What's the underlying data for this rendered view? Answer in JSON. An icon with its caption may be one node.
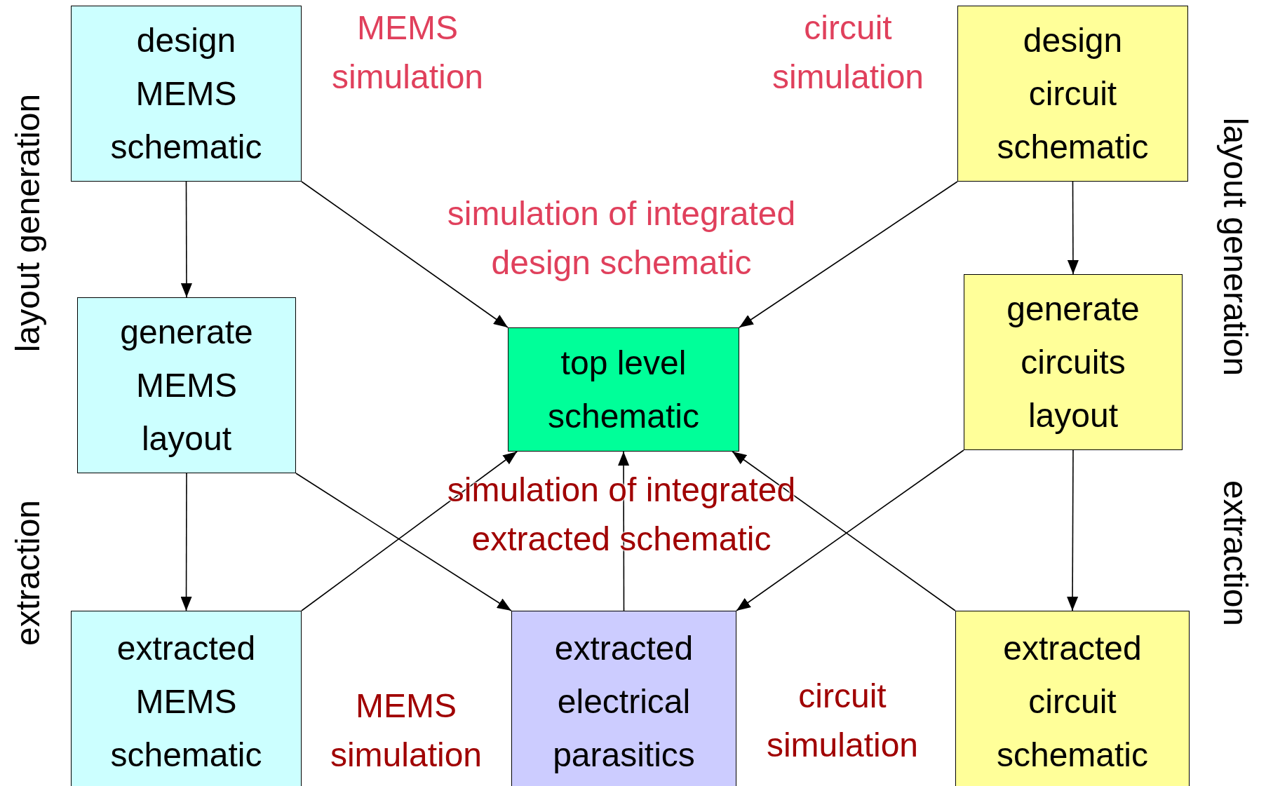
{
  "diagram": {
    "nodes": [
      {
        "text": [
          "design MEMS schematic"
        ]
      },
      {
        "text": [
          "design circuit schematic"
        ]
      },
      {
        "text": [
          "generate MEMS layout"
        ]
      },
      {
        "text": [
          "top level schematic"
        ]
      },
      {
        "text": [
          "generate circuits layout"
        ]
      },
      {
        "text": [
          "extracted MEMS schematic"
        ]
      },
      {
        "text": [
          "extracted electrical parasitics"
        ]
      },
      {
        "text": [
          "extracted circuit schematic"
        ]
      }
    ],
    "edges": [
      {
        "from": 0,
        "to": 2,
        "arrow": "to"
      },
      {
        "from": 2,
        "to": 5,
        "arrow": "to"
      },
      {
        "from": 1,
        "to": 4,
        "arrow": "to"
      },
      {
        "from": 4,
        "to": 7,
        "arrow": "to"
      },
      {
        "from": 0,
        "to": 3,
        "arrow": "to"
      },
      {
        "from": 1,
        "to": 3,
        "arrow": "to"
      },
      {
        "from": 5,
        "to": 3,
        "arrow": "to"
      },
      {
        "from": 6,
        "to": 3,
        "arrow": "to"
      },
      {
        "from": 7,
        "to": 3,
        "arrow": "to"
      },
      {
        "from": 2,
        "to": 6,
        "arrow": "to"
      },
      {
        "from": 4,
        "to": 6,
        "arrow": "to"
      }
    ],
    "labels": [
      "MEMS simulation",
      "circuit simulation",
      "layout generation",
      "layout generation",
      "simulation of integrated design schematic",
      "simulation of integrated extracted schematic",
      "extraction",
      "extraction",
      "MEMS simulation",
      "circuit simulation"
    ]
  }
}
